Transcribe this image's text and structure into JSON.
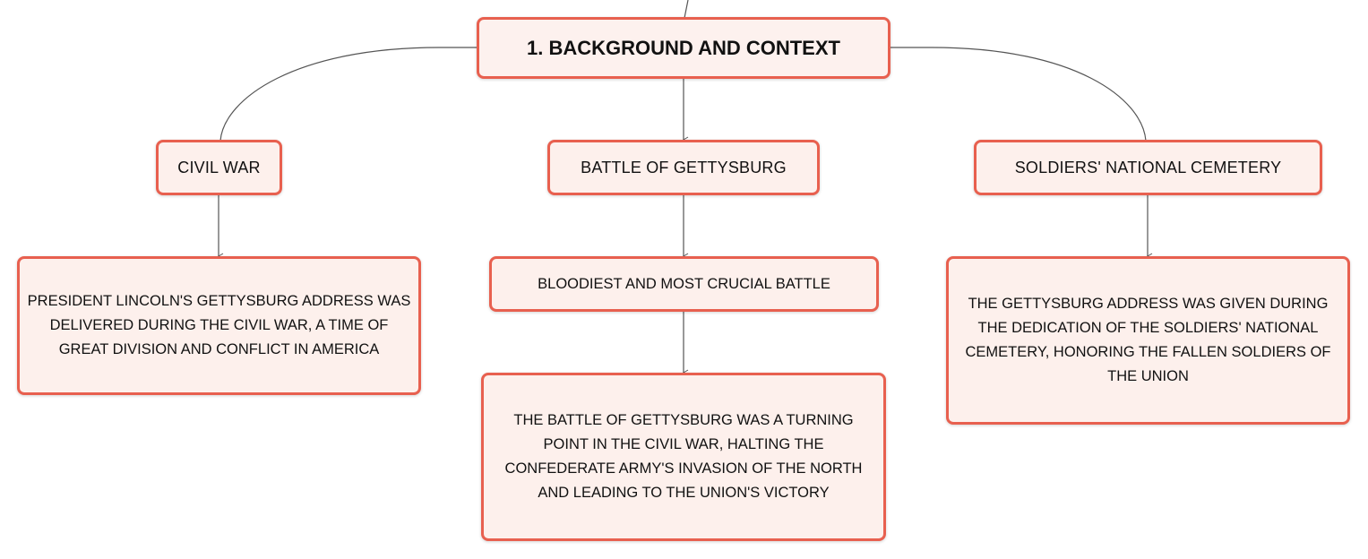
{
  "root": {
    "label": "1. BACKGROUND AND CONTEXT"
  },
  "branches": [
    {
      "label": "CIVIL WAR",
      "detail": "PRESIDENT LINCOLN'S GETTYSBURG ADDRESS WAS DELIVERED DURING THE CIVIL WAR, A TIME OF GREAT DIVISION AND CONFLICT IN AMERICA"
    },
    {
      "label": "BATTLE OF GETTYSBURG",
      "sub": "BLOODIEST AND MOST CRUCIAL BATTLE",
      "detail": "THE BATTLE OF GETTYSBURG WAS A TURNING POINT IN THE CIVIL WAR, HALTING THE CONFEDERATE ARMY'S INVASION OF THE NORTH AND LEADING TO THE UNION'S VICTORY"
    },
    {
      "label": "SOLDIERS' NATIONAL CEMETERY",
      "detail": "THE GETTYSBURG ADDRESS WAS GIVEN DURING THE DEDICATION OF THE SOLDIERS' NATIONAL CEMETERY, HONORING THE FALLEN SOLDIERS OF THE UNION"
    }
  ],
  "colors": {
    "node_border": "#e8604f",
    "node_fill": "#fdf0ec",
    "connector": "#555555",
    "text": "#111111"
  }
}
